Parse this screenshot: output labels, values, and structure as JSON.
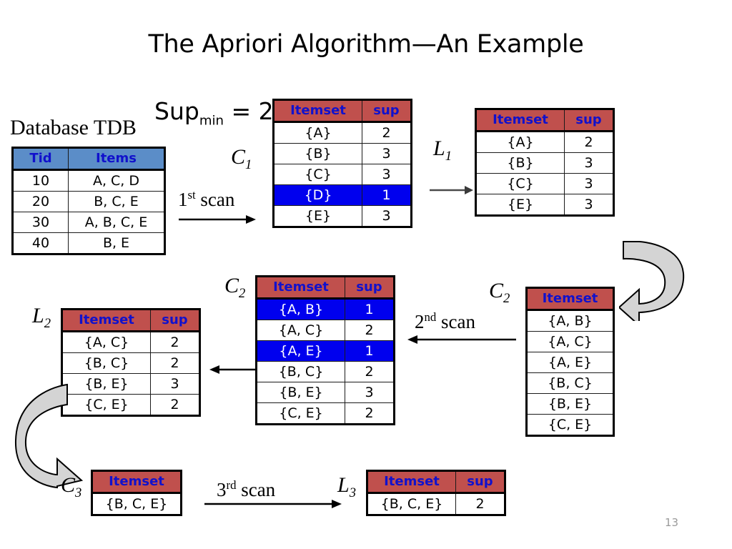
{
  "slide": {
    "title": "The Apriori Algorithm—An Example",
    "page_number": "13",
    "colors": {
      "header_red": "#C0504D",
      "header_blue": "#5B8DC8",
      "header_text_blue": "#1111CC",
      "pruned_highlight": "#0000EE",
      "arrow_fill": "#D4D4D4",
      "page_number_gray": "#9A9A9A"
    }
  },
  "labels": {
    "sup_min": {
      "prefix": "Sup",
      "sub": "min",
      "suffix": " = 2"
    },
    "database": "Database TDB",
    "c1": {
      "base": "C",
      "sub": "1"
    },
    "l1": {
      "base": "L",
      "sub": "1"
    },
    "c2_left": {
      "base": "C",
      "sub": "2"
    },
    "c2_right": {
      "base": "C",
      "sub": "2"
    },
    "l2": {
      "base": "L",
      "sub": "2"
    },
    "c3": {
      "base": "C",
      "sub": "3"
    },
    "l3": {
      "base": "L",
      "sub": "3"
    },
    "scan1": {
      "num": "1",
      "ord": "st",
      "text": " scan"
    },
    "scan2": {
      "num": "2",
      "ord": "nd",
      "text": " scan"
    },
    "scan3": {
      "num": "3",
      "ord": "rd",
      "text": " scan"
    }
  },
  "tables": {
    "database": {
      "name": "Database TDB",
      "headers": [
        "Tid",
        "Items"
      ],
      "rows": [
        [
          "10",
          "A, C, D"
        ],
        [
          "20",
          "B, C, E"
        ],
        [
          "30",
          "A, B, C, E"
        ],
        [
          "40",
          "B, E"
        ]
      ]
    },
    "c1": {
      "name": "C1",
      "headers": [
        "Itemset",
        "sup"
      ],
      "rows": [
        {
          "itemset": "{A}",
          "sup": "2",
          "pruned": false
        },
        {
          "itemset": "{B}",
          "sup": "3",
          "pruned": false
        },
        {
          "itemset": "{C}",
          "sup": "3",
          "pruned": false
        },
        {
          "itemset": "{D}",
          "sup": "1",
          "pruned": true
        },
        {
          "itemset": "{E}",
          "sup": "3",
          "pruned": false
        }
      ]
    },
    "l1": {
      "name": "L1",
      "headers": [
        "Itemset",
        "sup"
      ],
      "rows": [
        {
          "itemset": "{A}",
          "sup": "2",
          "pruned": false
        },
        {
          "itemset": "{B}",
          "sup": "3",
          "pruned": false
        },
        {
          "itemset": "{C}",
          "sup": "3",
          "pruned": false
        },
        {
          "itemset": "{E}",
          "sup": "3",
          "pruned": false
        }
      ]
    },
    "c2_with_sup": {
      "name": "C2",
      "headers": [
        "Itemset",
        "sup"
      ],
      "rows": [
        {
          "itemset": "{A, B}",
          "sup": "1",
          "pruned": true
        },
        {
          "itemset": "{A, C}",
          "sup": "2",
          "pruned": false
        },
        {
          "itemset": "{A, E}",
          "sup": "1",
          "pruned": true
        },
        {
          "itemset": "{B, C}",
          "sup": "2",
          "pruned": false
        },
        {
          "itemset": "{B, E}",
          "sup": "3",
          "pruned": false
        },
        {
          "itemset": "{C, E}",
          "sup": "2",
          "pruned": false
        }
      ]
    },
    "c2_candidates": {
      "name": "C2",
      "headers": [
        "Itemset"
      ],
      "rows": [
        {
          "itemset": "{A, B}"
        },
        {
          "itemset": "{A, C}"
        },
        {
          "itemset": "{A, E}"
        },
        {
          "itemset": "{B, C}"
        },
        {
          "itemset": "{B, E}"
        },
        {
          "itemset": "{C, E}"
        }
      ]
    },
    "l2": {
      "name": "L2",
      "headers": [
        "Itemset",
        "sup"
      ],
      "rows": [
        {
          "itemset": "{A, C}",
          "sup": "2",
          "pruned": false
        },
        {
          "itemset": "{B, C}",
          "sup": "2",
          "pruned": false
        },
        {
          "itemset": "{B, E}",
          "sup": "3",
          "pruned": false
        },
        {
          "itemset": "{C, E}",
          "sup": "2",
          "pruned": false
        }
      ]
    },
    "c3": {
      "name": "C3",
      "headers": [
        "Itemset"
      ],
      "rows": [
        {
          "itemset": "{B, C, E}"
        }
      ]
    },
    "l3": {
      "name": "L3",
      "headers": [
        "Itemset",
        "sup"
      ],
      "rows": [
        {
          "itemset": "{B, C, E}",
          "sup": "2",
          "pruned": false
        }
      ]
    }
  }
}
